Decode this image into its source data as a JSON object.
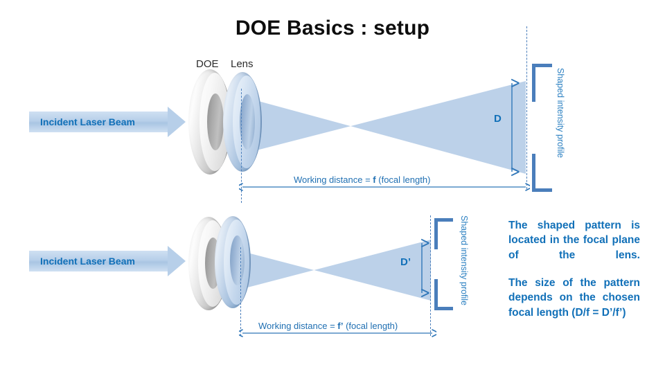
{
  "title": "DOE Basics : setup",
  "colors": {
    "accent_blue": "#1170b8",
    "measure_blue": "#1f6fb2",
    "beam_fill": "#b8cfe8",
    "bracket_blue": "#4a7ebb",
    "title_black": "#0d0d0d",
    "doe_grey": "#bdbdbd",
    "lens_blue": "#a9c3e0"
  },
  "panels": [
    {
      "id": "panel-top",
      "optic_labels": {
        "doe": "DOE",
        "lens": "Lens"
      },
      "laser_label": "Incident Laser Beam",
      "working_distance": {
        "prefix": "Working  distance = ",
        "symbol": "f",
        "suffix": " (focal length)"
      },
      "aperture_label": "D",
      "profile_label": "Shaped intensity profile"
    },
    {
      "id": "panel-bottom",
      "optic_labels": {
        "doe": "",
        "lens": ""
      },
      "laser_label": "Incident Laser Beam",
      "working_distance": {
        "prefix": "Working  distance = ",
        "symbol": "f’",
        "suffix": " (focal length)"
      },
      "aperture_label": "D’",
      "profile_label": "Shaped intensity profile"
    }
  ],
  "notes": [
    "The shaped pattern is located in the focal plane of the lens.",
    "The size of the pattern depends on the chosen focal length (D/f = D’/f’)"
  ]
}
